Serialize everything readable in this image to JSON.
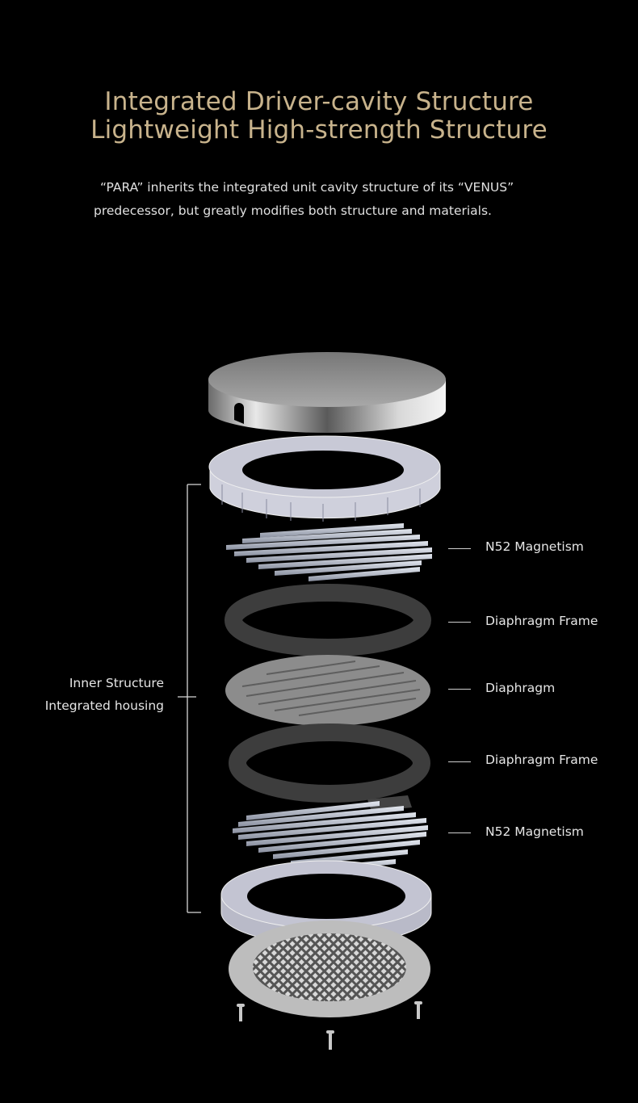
{
  "heading": {
    "line1": "Integrated Driver-cavity Structure",
    "line2": "Lightweight High-strength Structure"
  },
  "intro": {
    "line1": "“PARA”  inherits the integrated unit cavity structure of its  “VENUS”",
    "line2": "predecessor, but greatly modifies both structure and materials."
  },
  "left_labels": {
    "line1": "Inner Structure",
    "line2": "Integrated housing"
  },
  "parts": [
    {
      "label": "N52 Magnetism"
    },
    {
      "label": "Diaphragm Frame"
    },
    {
      "label": "Diaphragm"
    },
    {
      "label": "Diaphragm Frame"
    },
    {
      "label": "N52 Magnetism"
    }
  ],
  "colors": {
    "heading": "#c8b38c",
    "background": "#000000",
    "text": "#e0e0e0"
  }
}
